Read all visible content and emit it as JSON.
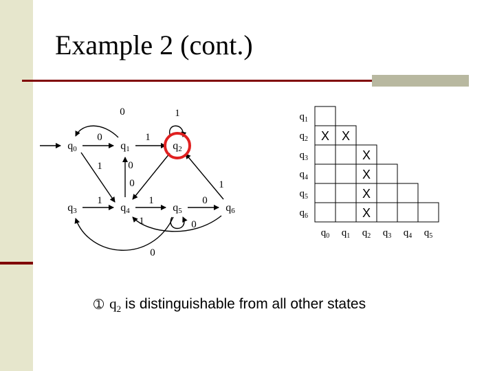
{
  "slide": {
    "title": "Example 2 (cont.)",
    "colors": {
      "accent": "#800000",
      "sidebar": "#e6e6cc",
      "rule_box": "#b8b8a0",
      "highlight": "#e02020",
      "mark": "#000000"
    }
  },
  "automaton": {
    "states": [
      {
        "id": "q0",
        "name": "q",
        "sub": "0",
        "highlighted": false
      },
      {
        "id": "q1",
        "name": "q",
        "sub": "1",
        "highlighted": false
      },
      {
        "id": "q2",
        "name": "q",
        "sub": "2",
        "highlighted": true
      },
      {
        "id": "q3",
        "name": "q",
        "sub": "3",
        "highlighted": false
      },
      {
        "id": "q4",
        "name": "q",
        "sub": "4",
        "highlighted": false
      },
      {
        "id": "q5",
        "name": "q",
        "sub": "5",
        "highlighted": false
      },
      {
        "id": "q6",
        "name": "q",
        "sub": "6",
        "highlighted": false
      }
    ],
    "start_state": "q0",
    "transitions": [
      {
        "from": "q0",
        "to": "q1",
        "label": "0"
      },
      {
        "from": "q0",
        "to": "q4",
        "label": "1"
      },
      {
        "from": "q1",
        "to": "q2",
        "label": "1"
      },
      {
        "from": "q1",
        "to": "q0",
        "label": "0"
      },
      {
        "from": "q2",
        "to": "q2",
        "label": "1"
      },
      {
        "from": "q2",
        "to": "q4",
        "label": "0"
      },
      {
        "from": "q3",
        "to": "q4",
        "label": "1"
      },
      {
        "from": "q4",
        "to": "q1",
        "label": "0"
      },
      {
        "from": "q4",
        "to": "q5",
        "label": "1"
      },
      {
        "from": "q5",
        "to": "q5",
        "label": "0"
      },
      {
        "from": "q5",
        "to": "q6",
        "label": "0"
      },
      {
        "from": "q5",
        "to": "q3",
        "label": "0"
      },
      {
        "from": "q6",
        "to": "q2",
        "label": "1"
      },
      {
        "from": "q6",
        "to": "q4",
        "label": "1"
      }
    ]
  },
  "table": {
    "rows": [
      {
        "name": "q",
        "sub": "1"
      },
      {
        "name": "q",
        "sub": "2"
      },
      {
        "name": "q",
        "sub": "3"
      },
      {
        "name": "q",
        "sub": "4"
      },
      {
        "name": "q",
        "sub": "5"
      },
      {
        "name": "q",
        "sub": "6"
      }
    ],
    "cols": [
      {
        "name": "q",
        "sub": "0"
      },
      {
        "name": "q",
        "sub": "1"
      },
      {
        "name": "q",
        "sub": "2"
      },
      {
        "name": "q",
        "sub": "3"
      },
      {
        "name": "q",
        "sub": "4"
      },
      {
        "name": "q",
        "sub": "5"
      }
    ],
    "mark": "X",
    "marks": [
      {
        "row": "q2",
        "col": "q0"
      },
      {
        "row": "q2",
        "col": "q1"
      },
      {
        "row": "q3",
        "col": "q2"
      },
      {
        "row": "q4",
        "col": "q2"
      },
      {
        "row": "q5",
        "col": "q2"
      },
      {
        "row": "q6",
        "col": "q2"
      }
    ]
  },
  "bullet": {
    "glyph": "➀",
    "state_name": "q",
    "state_sub": "2",
    "text": " is distinguishable from all other states"
  }
}
